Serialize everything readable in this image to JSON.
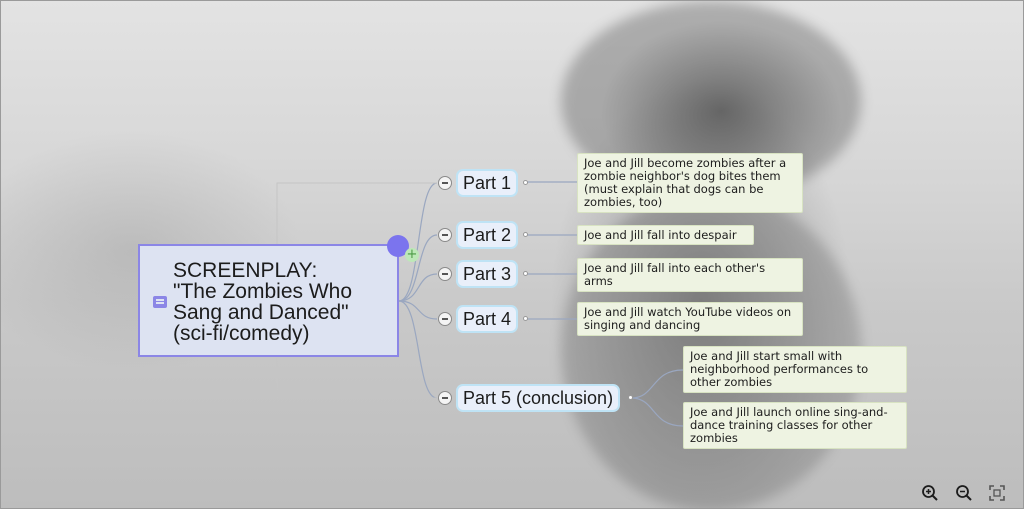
{
  "central": {
    "title": "SCREENPLAY:\n\"The Zombies Who\nSang and Danced\"\n(sci-fi/comedy)"
  },
  "parts": [
    {
      "label": "Part 1"
    },
    {
      "label": "Part 2"
    },
    {
      "label": "Part 3"
    },
    {
      "label": "Part 4"
    },
    {
      "label": "Part 5 (conclusion)"
    }
  ],
  "leaves": [
    "Joe and Jill become zombies after a zombie neighbor's dog bites them (must explain that dogs can be zombies, too)",
    "Joe and Jill fall into despair",
    "Joe and Jill fall into each other's arms",
    "Joe and Jill watch YouTube videos on singing and dancing",
    "Joe and Jill start small with neighborhood performances to other zombies",
    "Joe and Jill launch online sing-and-dance training classes for other zombies"
  ],
  "toolbar": {
    "zoom_in_icon": "zoom-in-icon",
    "zoom_out_icon": "zoom-out-icon",
    "fit_icon": "fit-screen-icon"
  }
}
